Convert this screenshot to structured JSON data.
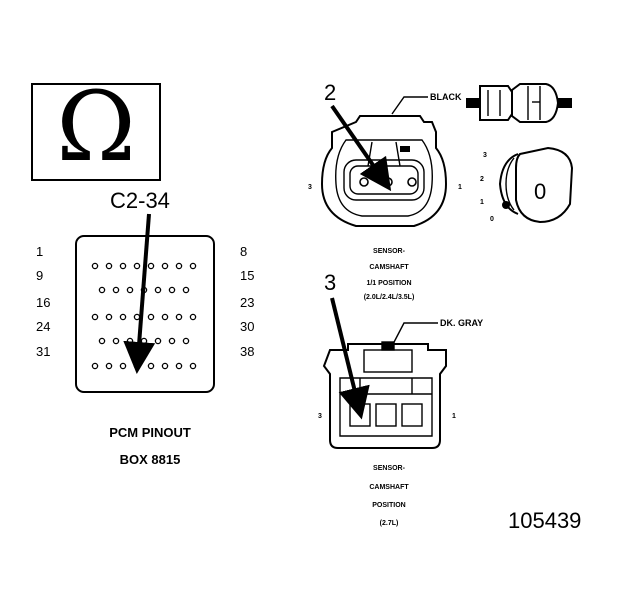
{
  "symbol": "Ω",
  "pcm": {
    "callout": "C2-34",
    "row_labels_left": [
      "1",
      "9",
      "16",
      "24",
      "31"
    ],
    "row_labels_right": [
      "8",
      "15",
      "23",
      "30",
      "38"
    ],
    "row_pin_counts": [
      8,
      7,
      8,
      7,
      8
    ],
    "highlighted_pin": 34,
    "caption_line1": "PCM PINOUT",
    "caption_line2": "BOX 8815"
  },
  "sensor_top": {
    "callout": "2",
    "color_label": "BLACK",
    "side_left": "3",
    "side_right": "1",
    "caption": [
      "SENSOR-",
      "CAMSHAFT",
      "1/1 POSITION",
      "(2.0L/2.4L/3.5L)"
    ]
  },
  "rotary": {
    "positions": [
      "3",
      "2",
      "1",
      "0"
    ],
    "knob": "0"
  },
  "sensor_bottom": {
    "callout": "3",
    "color_label": "DK. GRAY",
    "side_left": "3",
    "side_right": "1",
    "caption": [
      "SENSOR-",
      "CAMSHAFT",
      "POSITION",
      "(2.7L)"
    ]
  },
  "figure_number": "105439"
}
